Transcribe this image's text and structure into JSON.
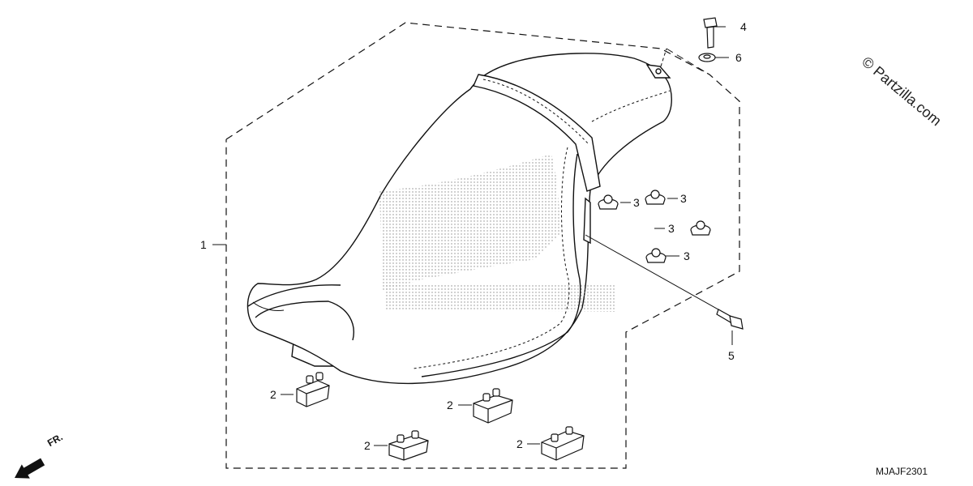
{
  "watermark": "© Partzilla.com",
  "diagram_code": "MJAJF2301",
  "front_indicator": {
    "label": "FR.",
    "icon": "front-arrow-icon"
  },
  "callouts": {
    "seat": "1",
    "rubber_2a": "2",
    "rubber_2b": "2",
    "rubber_2c": "2",
    "rubber_2d": "2",
    "cushion_3a": "3",
    "cushion_3b": "3",
    "cushion_3c": "3",
    "cushion_3d": "3",
    "bolt_4": "4",
    "bolt_5": "5",
    "washer_6": "6"
  },
  "colors": {
    "line": "#111111",
    "background": "#ffffff",
    "stipple": "#9a9a9a"
  }
}
